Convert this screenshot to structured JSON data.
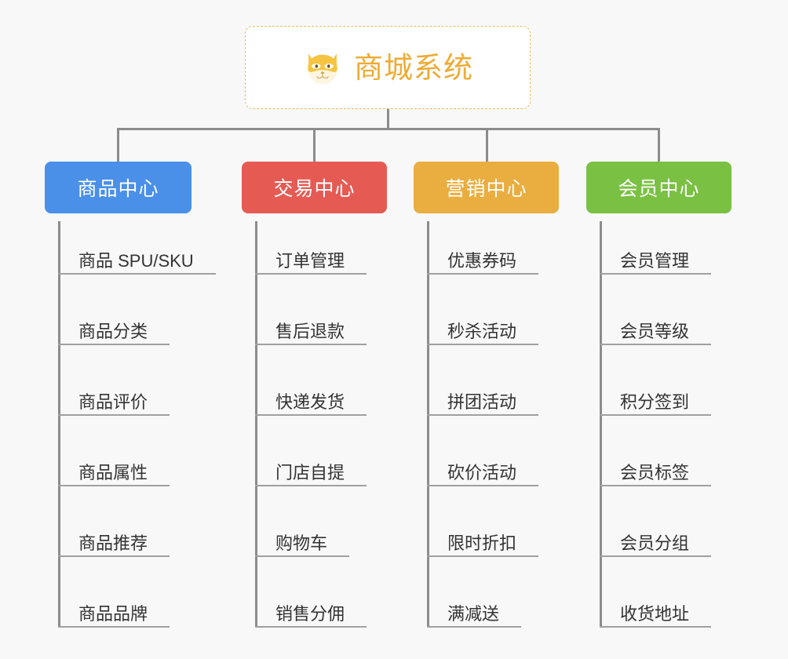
{
  "page": {
    "background_color": "#f8f8f8",
    "line_color": "#8c8c8c",
    "leaf_line_color": "#a0a0a0",
    "leaf_text_color": "#333333"
  },
  "root": {
    "title": "商城系统",
    "icon": "shiba-dog-face-icon",
    "border_color": "#e9bb62",
    "text_color": "#eeab33",
    "background_color": "#ffffff"
  },
  "categories": [
    {
      "label": "商品中心",
      "color": "#4a90e8",
      "leaves": [
        {
          "label": "商品 SPU/SKU"
        },
        {
          "label": "商品分类"
        },
        {
          "label": "商品评价"
        },
        {
          "label": "商品属性"
        },
        {
          "label": "商品推荐"
        },
        {
          "label": "商品品牌"
        }
      ]
    },
    {
      "label": "交易中心",
      "color": "#e55b54",
      "leaves": [
        {
          "label": "订单管理"
        },
        {
          "label": "售后退款"
        },
        {
          "label": "快递发货"
        },
        {
          "label": "门店自提"
        },
        {
          "label": "购物车"
        },
        {
          "label": "销售分佣"
        }
      ]
    },
    {
      "label": "营销中心",
      "color": "#eaad3f",
      "leaves": [
        {
          "label": "优惠券码"
        },
        {
          "label": "秒杀活动"
        },
        {
          "label": "拼团活动"
        },
        {
          "label": "砍价活动"
        },
        {
          "label": "限时折扣"
        },
        {
          "label": "满减送"
        }
      ]
    },
    {
      "label": "会员中心",
      "color": "#7ac143",
      "leaves": [
        {
          "label": "会员管理"
        },
        {
          "label": "会员等级"
        },
        {
          "label": "积分签到"
        },
        {
          "label": "会员标签"
        },
        {
          "label": "会员分组"
        },
        {
          "label": "收货地址"
        }
      ]
    }
  ]
}
